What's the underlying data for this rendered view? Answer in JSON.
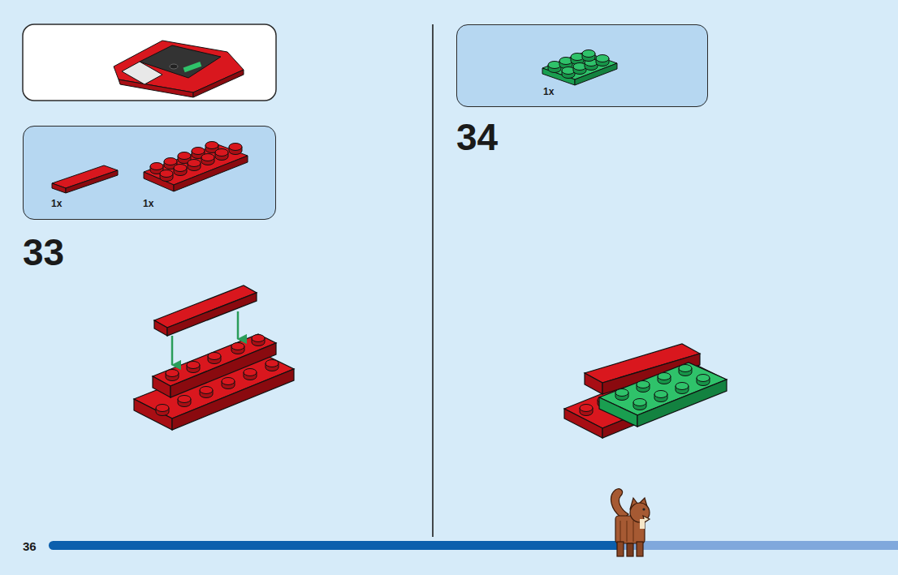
{
  "diagram": {
    "nodes": [
      {
        "text": [
          "1x",
          "1x"
        ]
      },
      {
        "text": [
          "1x"
        ]
      }
    ],
    "labels": [
      "33",
      "34",
      "36"
    ]
  }
}
